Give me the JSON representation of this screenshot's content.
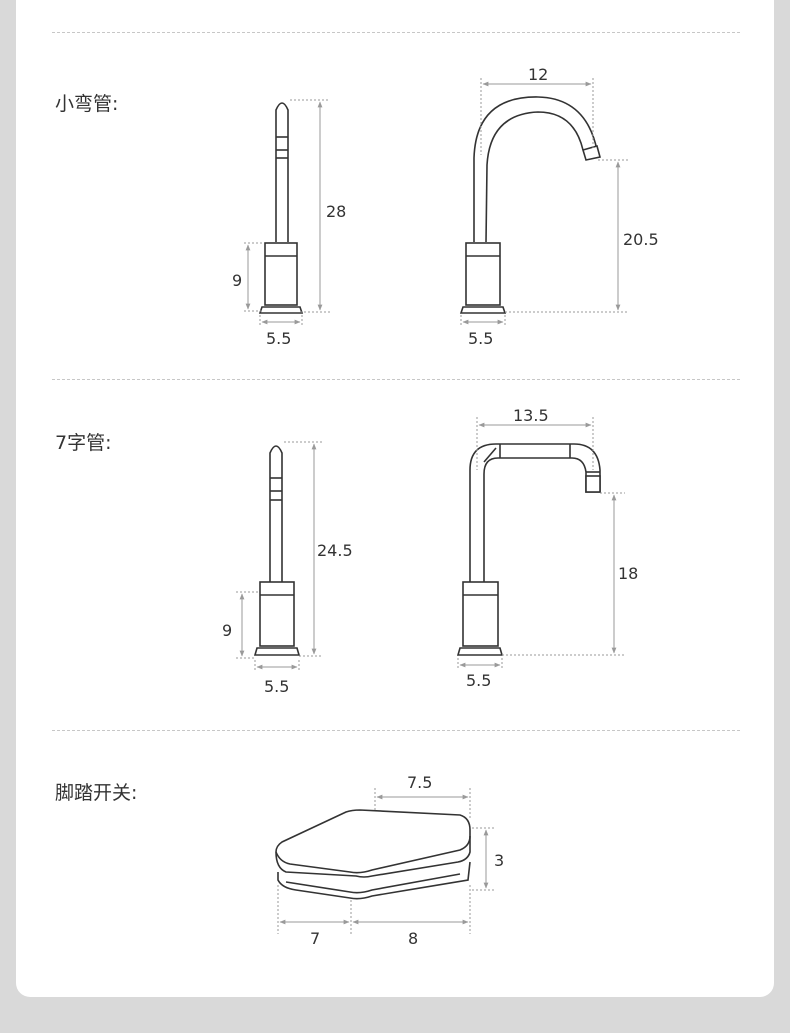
{
  "sections": [
    {
      "label": "小弯管:"
    },
    {
      "label": "7字管:"
    },
    {
      "label": "脚踏开关:"
    }
  ],
  "small_bend": {
    "side": {
      "height": "28",
      "base_height": "9",
      "base_width": "5.5"
    },
    "front": {
      "reach": "12",
      "spout_height": "20.5",
      "base_width": "5.5"
    }
  },
  "seven_shape": {
    "side": {
      "height": "24.5",
      "base_height": "9",
      "base_width": "5.5"
    },
    "front": {
      "reach": "13.5",
      "spout_height": "18",
      "base_width": "5.5"
    }
  },
  "pedal": {
    "top_width": "7.5",
    "height": "3",
    "front_length": "7",
    "back_length": "8"
  }
}
